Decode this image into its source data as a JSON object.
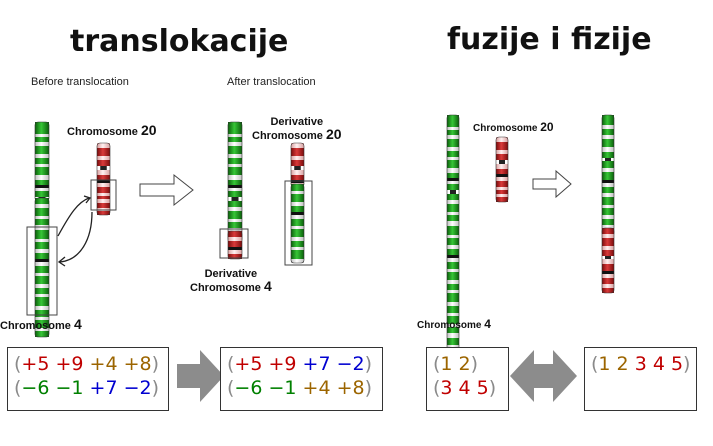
{
  "left": {
    "title": "translokacije",
    "caption_before": "Before translocation",
    "caption_after": "After translocation",
    "chr20_label": "Chromosome",
    "chr20_num": "20",
    "chr4_label": "Chromosome",
    "chr4_num": "4",
    "deriv20_line1": "Derivative",
    "deriv20_line2": "Chromosome",
    "deriv20_num": "20",
    "deriv4_line1": "Derivative",
    "deriv4_line2": "Chromosome",
    "deriv4_num": "4",
    "before_box": {
      "row1": [
        {
          "t": "(",
          "c": "grey"
        },
        {
          "t": "+5",
          "c": "red"
        },
        {
          "t": " "
        },
        {
          "t": "+9",
          "c": "red"
        },
        {
          "t": " "
        },
        {
          "t": "+4",
          "c": "gold"
        },
        {
          "t": " "
        },
        {
          "t": "+8",
          "c": "gold"
        },
        {
          "t": ")",
          "c": "grey"
        }
      ],
      "row2": [
        {
          "t": "(",
          "c": "grey"
        },
        {
          "t": "−6",
          "c": "green"
        },
        {
          "t": " "
        },
        {
          "t": "−1",
          "c": "green"
        },
        {
          "t": " "
        },
        {
          "t": "+7",
          "c": "blue"
        },
        {
          "t": " "
        },
        {
          "t": "−2",
          "c": "blue"
        },
        {
          "t": ")",
          "c": "grey"
        }
      ]
    },
    "after_box": {
      "row1": [
        {
          "t": "(",
          "c": "grey"
        },
        {
          "t": "+5",
          "c": "red"
        },
        {
          "t": " "
        },
        {
          "t": "+9",
          "c": "red"
        },
        {
          "t": " "
        },
        {
          "t": "+7",
          "c": "blue"
        },
        {
          "t": " "
        },
        {
          "t": "−2",
          "c": "blue"
        },
        {
          "t": ")",
          "c": "grey"
        }
      ],
      "row2": [
        {
          "t": "(",
          "c": "grey"
        },
        {
          "t": "−6",
          "c": "green"
        },
        {
          "t": " "
        },
        {
          "t": "−1",
          "c": "green"
        },
        {
          "t": " "
        },
        {
          "t": "+4",
          "c": "gold"
        },
        {
          "t": " "
        },
        {
          "t": "+8",
          "c": "gold"
        },
        {
          "t": ")",
          "c": "grey"
        }
      ]
    }
  },
  "right": {
    "title": "fuzije i fizije",
    "chr20_label": "Chromosome",
    "chr20_num": "20",
    "chr4_label": "Chromosome",
    "chr4_num": "4",
    "before_box": {
      "row1": [
        {
          "t": "(",
          "c": "grey"
        },
        {
          "t": "1 2",
          "c": "gold"
        },
        {
          "t": ")",
          "c": "grey"
        }
      ],
      "row2": [
        {
          "t": "(",
          "c": "grey"
        },
        {
          "t": "3 4 5",
          "c": "red"
        },
        {
          "t": ")",
          "c": "grey"
        }
      ]
    },
    "after_box": {
      "row1": [
        {
          "t": "(",
          "c": "grey"
        },
        {
          "t": "1 2",
          "c": "gold"
        },
        {
          "t": " "
        },
        {
          "t": "3 4 5",
          "c": "red"
        },
        {
          "t": ")",
          "c": "grey"
        }
      ]
    }
  },
  "colors": {
    "red": "#c00000",
    "gold": "#9c6500",
    "green": "#008000",
    "blue": "#0000d0",
    "grey": "#8a8a8a",
    "chrom_green": "#1f9a1f",
    "chrom_red": "#b51c1c",
    "arrow_grey": "#8c8c8c"
  },
  "icons": [
    "open-arrow-icon",
    "curved-swap-arrow-icon",
    "grey-right-arrow-icon",
    "grey-double-arrow-icon"
  ]
}
